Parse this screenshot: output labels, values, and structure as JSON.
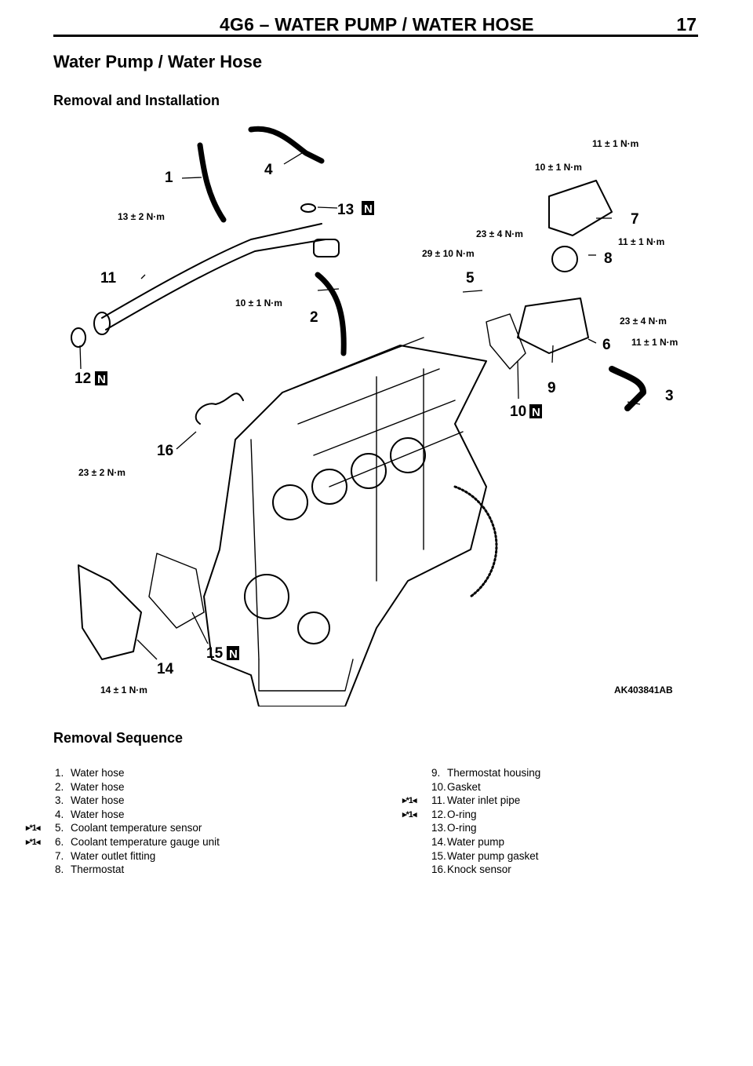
{
  "header": {
    "title": "4G6 – WATER PUMP / WATER HOSE",
    "page_number": "17"
  },
  "page_title": "Water Pump / Water Hose",
  "section_title": "Removal and Installation",
  "diagram": {
    "ref_code": "AK403841AB",
    "callouts": [
      "1",
      "2",
      "3",
      "4",
      "5",
      "6",
      "7",
      "8",
      "9",
      "10",
      "11",
      "12",
      "13",
      "14",
      "15",
      "16"
    ],
    "n_mark": "N",
    "torques": {
      "t1": "11 ± 1 N·m",
      "t2": "10 ± 1 N·m",
      "t3": "23 ± 4 N·m",
      "t4": "29 ± 10 N·m",
      "t5": "11 ± 1 N·m",
      "t6": "23 ± 4 N·m",
      "t7": "11 ± 1 N·m",
      "t8": "13 ± 2 N·m",
      "t9": "10 ± 1 N·m",
      "t10": "23 ± 2 N·m",
      "t11": "14 ± 1 N·m"
    }
  },
  "sequence": {
    "title": "Removal Sequence",
    "marker": "▸*1◂",
    "left": [
      {
        "num": "1.",
        "text": "Water hose",
        "marked": false
      },
      {
        "num": "2.",
        "text": "Water hose",
        "marked": false
      },
      {
        "num": "3.",
        "text": "Water hose",
        "marked": false
      },
      {
        "num": "4.",
        "text": "Water hose",
        "marked": false
      },
      {
        "num": "5.",
        "text": "Coolant temperature sensor",
        "marked": true
      },
      {
        "num": "6.",
        "text": "Coolant temperature gauge unit",
        "marked": true
      },
      {
        "num": "7.",
        "text": "Water outlet fitting",
        "marked": false
      },
      {
        "num": "8.",
        "text": "Thermostat",
        "marked": false
      }
    ],
    "right": [
      {
        "num": "9.",
        "text": "Thermostat housing",
        "marked": false
      },
      {
        "num": "10.",
        "text": "Gasket",
        "marked": false
      },
      {
        "num": "11.",
        "text": "Water inlet pipe",
        "marked": true
      },
      {
        "num": "12.",
        "text": "O-ring",
        "marked": true
      },
      {
        "num": "13.",
        "text": "O-ring",
        "marked": false
      },
      {
        "num": "14.",
        "text": "Water pump",
        "marked": false
      },
      {
        "num": "15.",
        "text": "Water pump gasket",
        "marked": false
      },
      {
        "num": "16.",
        "text": "Knock sensor",
        "marked": false
      }
    ]
  }
}
